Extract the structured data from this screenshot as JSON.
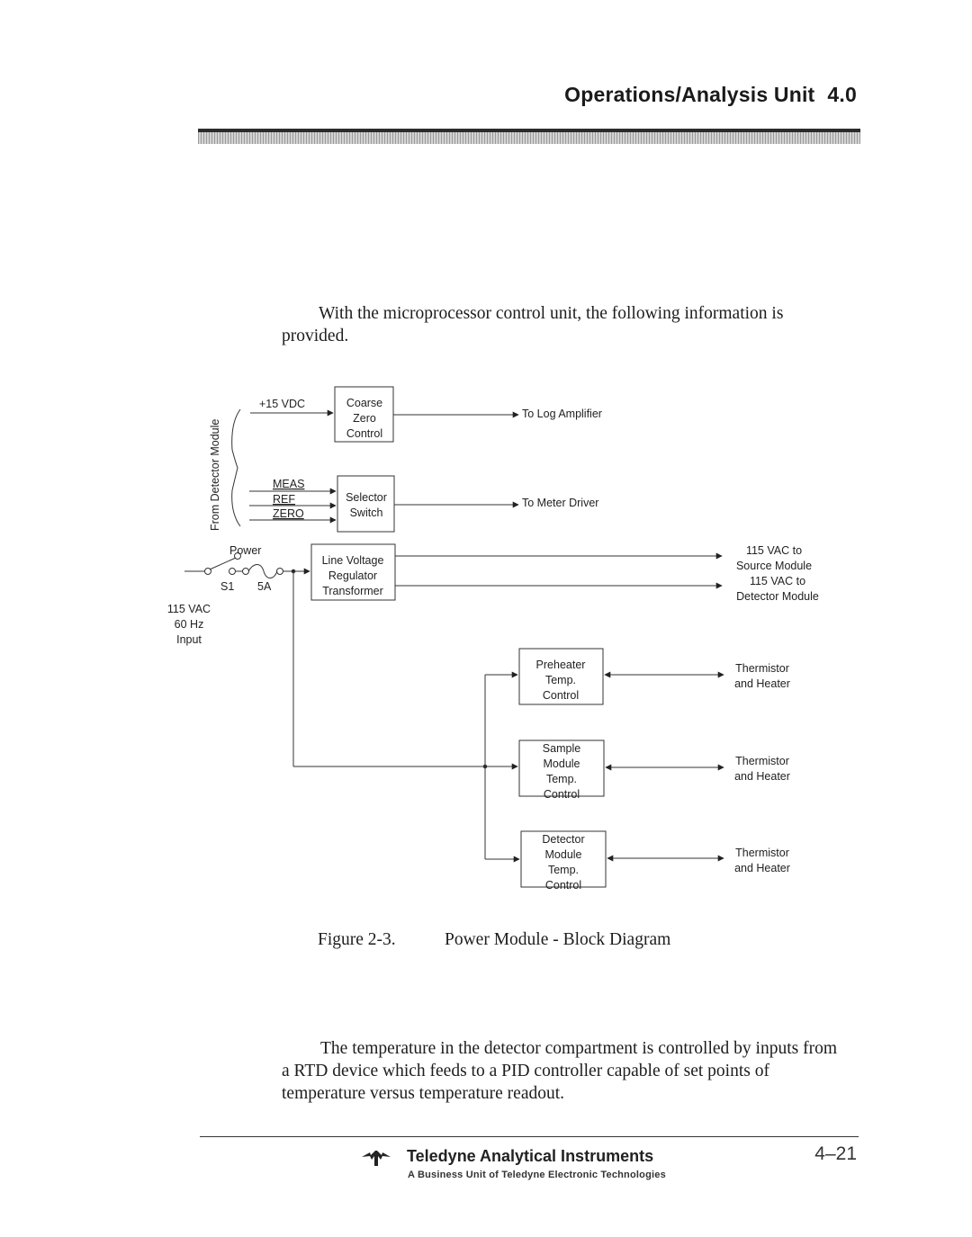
{
  "header": {
    "section_title": "Operations/Analysis Unit",
    "section_number": "4.0"
  },
  "body": {
    "intro_paragraph": "With the microprocessor control unit, the following information is provided.",
    "closing_paragraph": "The temperature in the detector compartment is controlled by inputs from a RTD device which feeds to a PID controller capable of set points of temperature versus temperature readout."
  },
  "figure": {
    "number": "Figure 2-3.",
    "title": "Power Module - Block Diagram",
    "labels": {
      "side_label": "From Detector Module",
      "vdc": "+15  VDC",
      "meas": "MEAS",
      "ref": "REF",
      "zero": "ZERO",
      "coarse_zero_block": [
        "Coarse",
        "Zero",
        "Control"
      ],
      "selector_block": [
        "Selector",
        "Switch"
      ],
      "line_voltage_block": [
        "Line  Voltage",
        "Regulator",
        "Transformer"
      ],
      "preheater_block": [
        "Preheater",
        "Temp.",
        "Control"
      ],
      "sample_block": [
        "Sample",
        "Module",
        "Temp.",
        "Control"
      ],
      "detector_block": [
        "Detector",
        "Module",
        "Temp.",
        "Control"
      ],
      "to_log_amplifier": "To  Log  Amplifier",
      "to_meter_driver": "To  Meter  Driver",
      "source_output": [
        "115  VAC  to",
        "Source  Module"
      ],
      "detector_output": [
        "115  VAC  to",
        "Detector  Module"
      ],
      "power": "Power",
      "s1": "S1",
      "fuse": "5A",
      "input": [
        "115  VAC",
        "60  Hz",
        "Input"
      ],
      "thermistor_heater": [
        "Thermistor",
        "and  Heater"
      ]
    }
  },
  "footer": {
    "company": "Teledyne Analytical Instruments",
    "subtitle": "A Business Unit of Teledyne Electronic Technologies",
    "page_number": "4–21"
  }
}
